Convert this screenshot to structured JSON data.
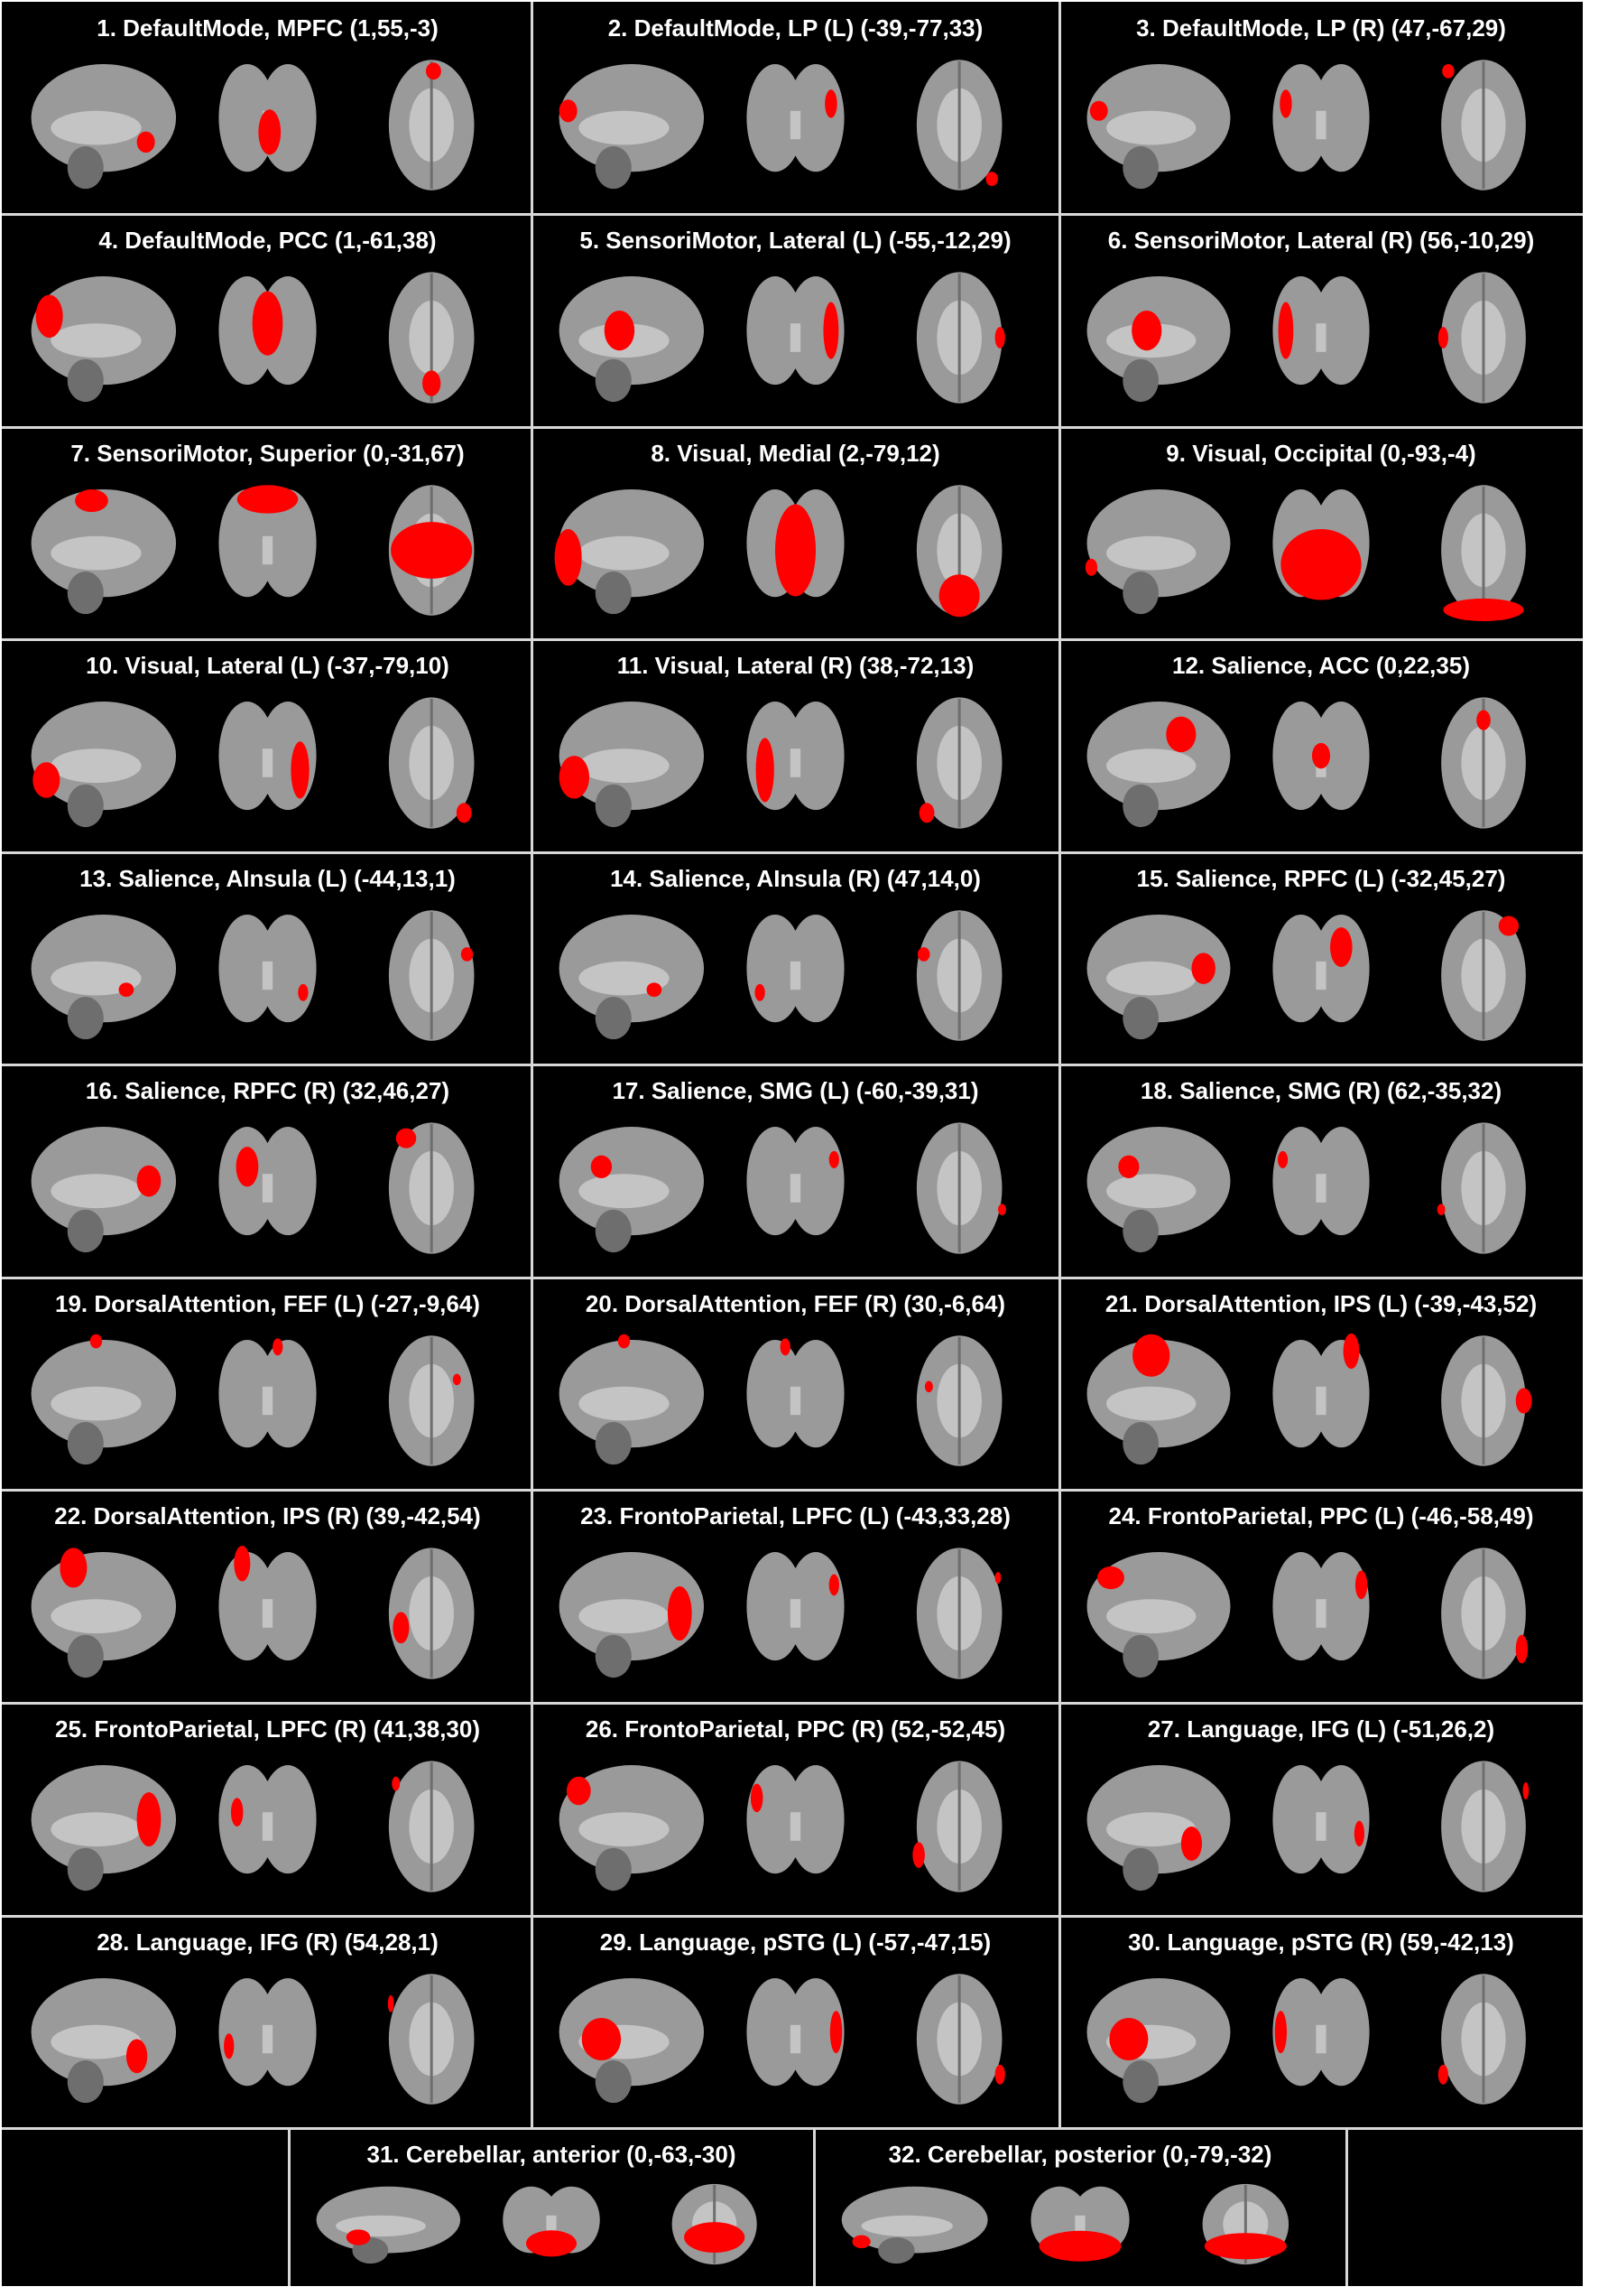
{
  "colors": {
    "background": "#000000",
    "separator": "#d8d8d8",
    "title": "#ffffff",
    "brain_dark": "#6e6e6e",
    "brain_mid": "#9a9a9a",
    "brain_light": "#c4c4c4",
    "highlight": "#ff0000"
  },
  "views": [
    "sagittal",
    "coronal",
    "axial"
  ],
  "panels": [
    {
      "title": "1. DefaultMode, MPFC (1,55,-3)"
    },
    {
      "title": "2. DefaultMode, LP (L) (-39,-77,33)"
    },
    {
      "title": "3. DefaultMode, LP (R) (47,-67,29)"
    },
    {
      "title": "4. DefaultMode, PCC (1,-61,38)"
    },
    {
      "title": "5. SensoriMotor, Lateral (L) (-55,-12,29)"
    },
    {
      "title": "6. SensoriMotor, Lateral (R) (56,-10,29)"
    },
    {
      "title": "7. SensoriMotor, Superior  (0,-31,67)"
    },
    {
      "title": "8. Visual,  Medial (2,-79,12)"
    },
    {
      "title": "9. Visual,  Occipital (0,-93,-4)"
    },
    {
      "title": "10. Visual, Lateral (L) (-37,-79,10)"
    },
    {
      "title": "11. Visual, Lateral (R) (38,-72,13)"
    },
    {
      "title": "12. Salience, ACC  (0,22,35)"
    },
    {
      "title": "13. Salience, AInsula (L) (-44,13,1)"
    },
    {
      "title": "14. Salience, AInsula (R) (47,14,0)"
    },
    {
      "title": "15. Salience, RPFC (L) (-32,45,27)"
    },
    {
      "title": "16. Salience, RPFC (R) (32,46,27)"
    },
    {
      "title": "17. Salience, SMG (L) (-60,-39,31)"
    },
    {
      "title": "18. Salience, SMG (R) (62,-35,32)"
    },
    {
      "title": "19. DorsalAttention, FEF (L)  (-27,-9,64)"
    },
    {
      "title": "20. DorsalAttention, FEF (R)  (30,-6,64)"
    },
    {
      "title": "21. DorsalAttention, IPS (L)  (-39,-43,52)"
    },
    {
      "title": "22. DorsalAttention, IPS (R)  (39,-42,54)"
    },
    {
      "title": "23. FrontoParietal, LPFC (L)  (-43,33,28)"
    },
    {
      "title": "24. FrontoParietal, PPC (L)  (-46,-58,49)"
    },
    {
      "title": "25. FrontoParietal, LPFC (R)  (41,38,30)"
    },
    {
      "title": "26. FrontoParietal, PPC (R)  (52,-52,45)"
    },
    {
      "title": "27. Language, IFG (L) (-51,26,2)"
    },
    {
      "title": "28. Language, IFG (R) (54,28,1)"
    },
    {
      "title": "29. Language, pSTG (L) (-57,-47,15)"
    },
    {
      "title": "30. Language, pSTG (R) (59,-42,13)"
    },
    {
      "title": "31. Cerebellar, anterior (0,-63,-30)"
    },
    {
      "title": "32. Cerebellar, posterior (0,-79,-32)"
    }
  ]
}
